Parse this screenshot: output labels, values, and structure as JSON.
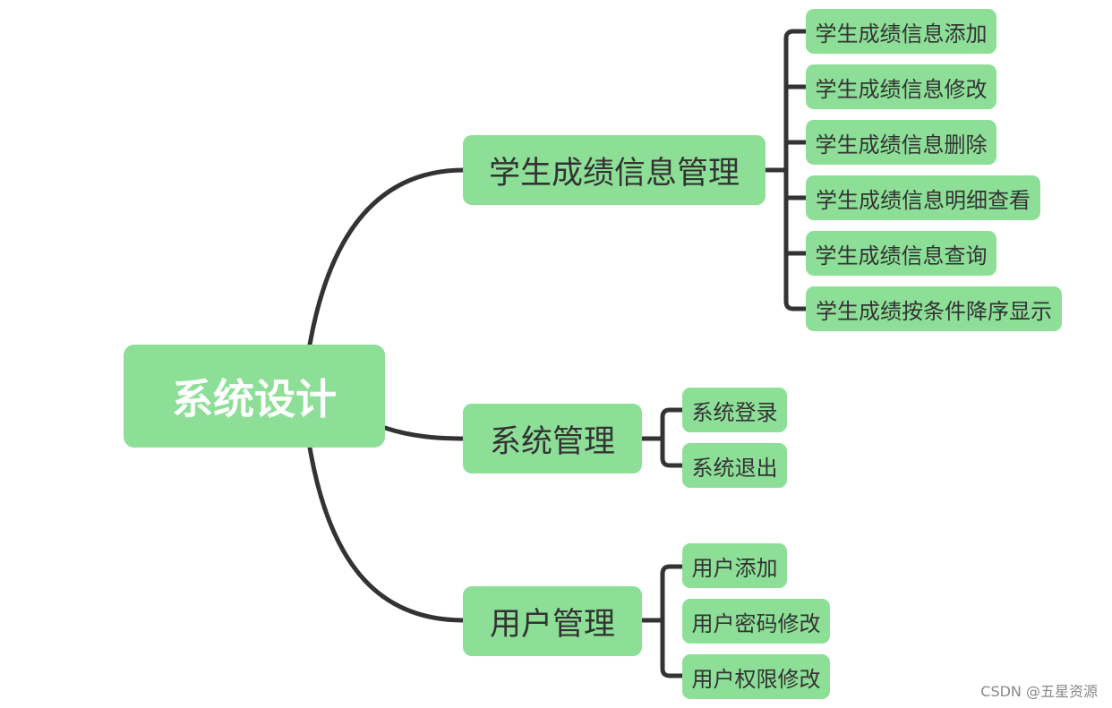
{
  "root": {
    "label": "系统设计"
  },
  "branches": [
    {
      "label": "学生成绩信息管理",
      "children": [
        "学生成绩信息添加",
        "学生成绩信息修改",
        "学生成绩信息删除",
        "学生成绩信息明细查看",
        "学生成绩信息查询",
        "学生成绩按条件降序显示"
      ]
    },
    {
      "label": "系统管理",
      "children": [
        "系统登录",
        "系统退出"
      ]
    },
    {
      "label": "用户管理",
      "children": [
        "用户添加",
        "用户密码修改",
        "用户权限修改"
      ]
    }
  ],
  "watermark": "CSDN @五星资源",
  "colors": {
    "node_fill": "#8ddf97",
    "connector": "#333333",
    "root_text": "#ffffff",
    "node_text": "#333333"
  }
}
